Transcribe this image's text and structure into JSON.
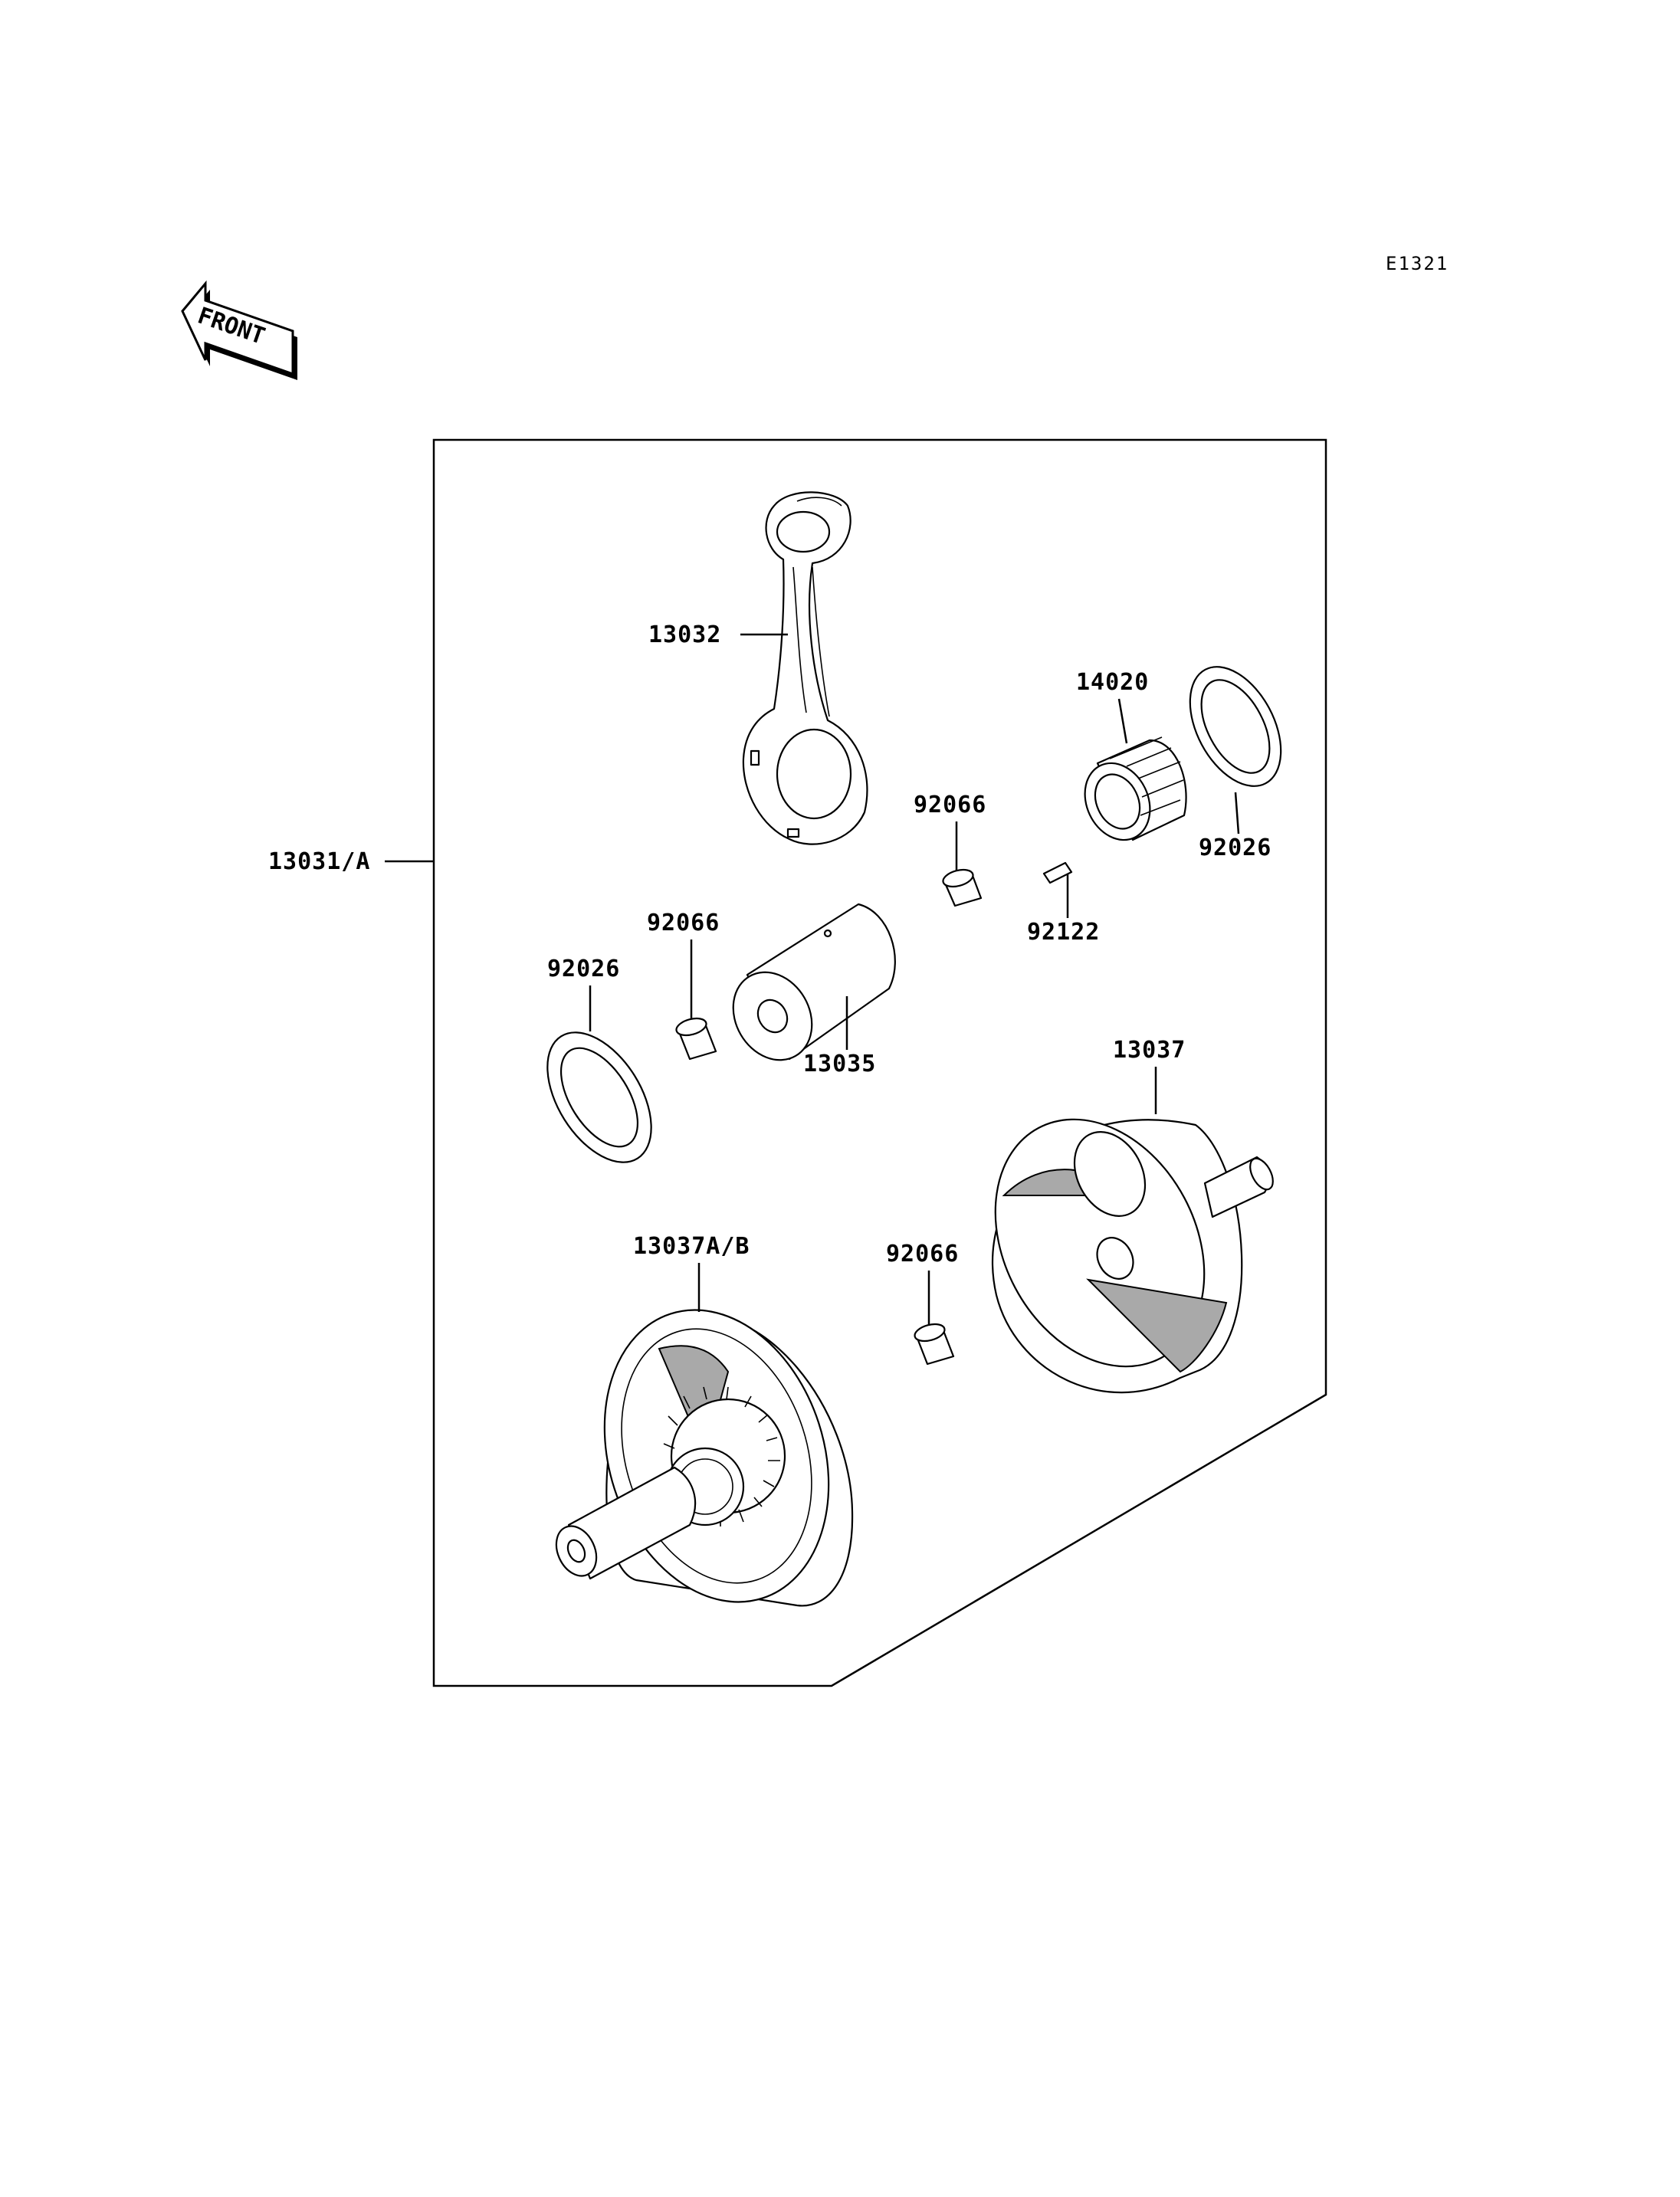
{
  "diagram_code": "E1321",
  "front_marker": "FRONT",
  "assembly_label": "13031/A",
  "part_labels": {
    "connecting_rod": "13032",
    "needle_bearing": "14020",
    "washer_right": "92026",
    "bushing_top": "92066",
    "pin": "92122",
    "bushing_left": "92066",
    "washer_left": "92026",
    "crankpin": "13035",
    "flywheel_right": "13037",
    "flywheel_left": "13037A/B",
    "bushing_bottom": "92066"
  }
}
